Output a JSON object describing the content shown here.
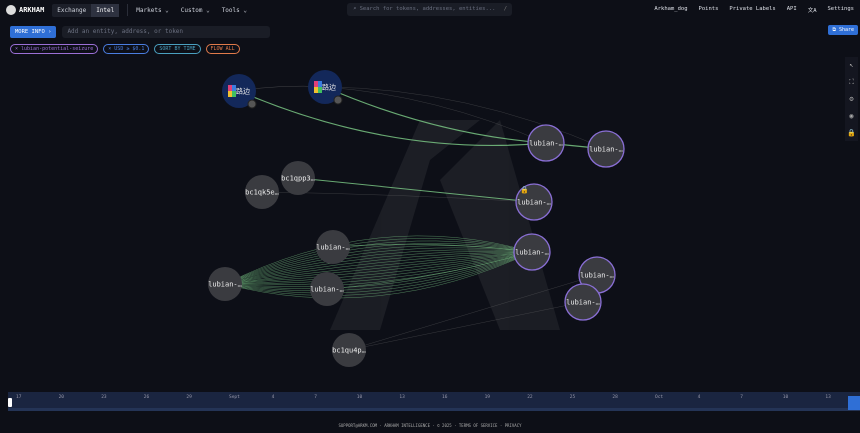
{
  "nav": {
    "brand": "ARKHAM",
    "modes": [
      "Exchange",
      "Intel"
    ],
    "menus": [
      "Markets ⌄",
      "Custom ⌄",
      "Tools ⌄"
    ],
    "search_placeholder": "Search for tokens, addresses, entities...",
    "search_key": "/",
    "right": [
      "Arkham_dog",
      "Points",
      "Private Labels",
      "API",
      "文A",
      "Settings"
    ]
  },
  "toolbar": {
    "more_info": "MORE INFO ›",
    "add_placeholder": "Add an entity, address, or token",
    "share": "⧉ Share"
  },
  "chips": [
    {
      "label": "× lubian-potential-seizure",
      "color": "#9b6fd6"
    },
    {
      "label": "× USD ≥ $0.1",
      "color": "#4a7de0"
    },
    {
      "label": "SORT BY TIME",
      "color": "#4aa0c0"
    },
    {
      "label": "FLOW ALL",
      "color": "#e07a4a"
    }
  ],
  "side_tools": [
    "pointer-icon",
    "fit-icon",
    "settings-icon",
    "view-icon",
    "lock-icon"
  ],
  "graph": {
    "nodes": [
      {
        "id": "e1",
        "label": "路边",
        "kind": "entity"
      },
      {
        "id": "e2",
        "label": "路边",
        "kind": "entity"
      },
      {
        "id": "l1",
        "label": "lubian-…",
        "kind": "tracked"
      },
      {
        "id": "l2",
        "label": "lubian-…",
        "kind": "tracked"
      },
      {
        "id": "l3",
        "label": "lubian-…",
        "kind": "tracked"
      },
      {
        "id": "b1",
        "label": "bc1qpp3…",
        "kind": "address"
      },
      {
        "id": "b2",
        "label": "bc1qk5e…",
        "kind": "address"
      },
      {
        "id": "a4",
        "label": "lubian-…",
        "kind": "address"
      },
      {
        "id": "l5",
        "label": "lubian-…",
        "kind": "tracked"
      },
      {
        "id": "a6",
        "label": "lubian-…",
        "kind": "address"
      },
      {
        "id": "a7",
        "label": "lubian-…",
        "kind": "address"
      },
      {
        "id": "l8",
        "label": "lubian-…",
        "kind": "tracked"
      },
      {
        "id": "l9",
        "label": "lubian-…",
        "kind": "tracked"
      },
      {
        "id": "b3",
        "label": "bc1qu4p…",
        "kind": "address"
      }
    ],
    "edge_color": "#7fd08a"
  },
  "timeline": {
    "labels": [
      "17",
      "20",
      "23",
      "26",
      "29",
      "Sept",
      "4",
      "7",
      "10",
      "13",
      "16",
      "19",
      "22",
      "25",
      "28",
      "Oct",
      "4",
      "7",
      "10",
      "13"
    ]
  },
  "footer": "SUPPORT@ARKM.COM · ARKHAM INTELLIGENCE · © 2025 · TERMS OF SERVICE · PRIVACY"
}
